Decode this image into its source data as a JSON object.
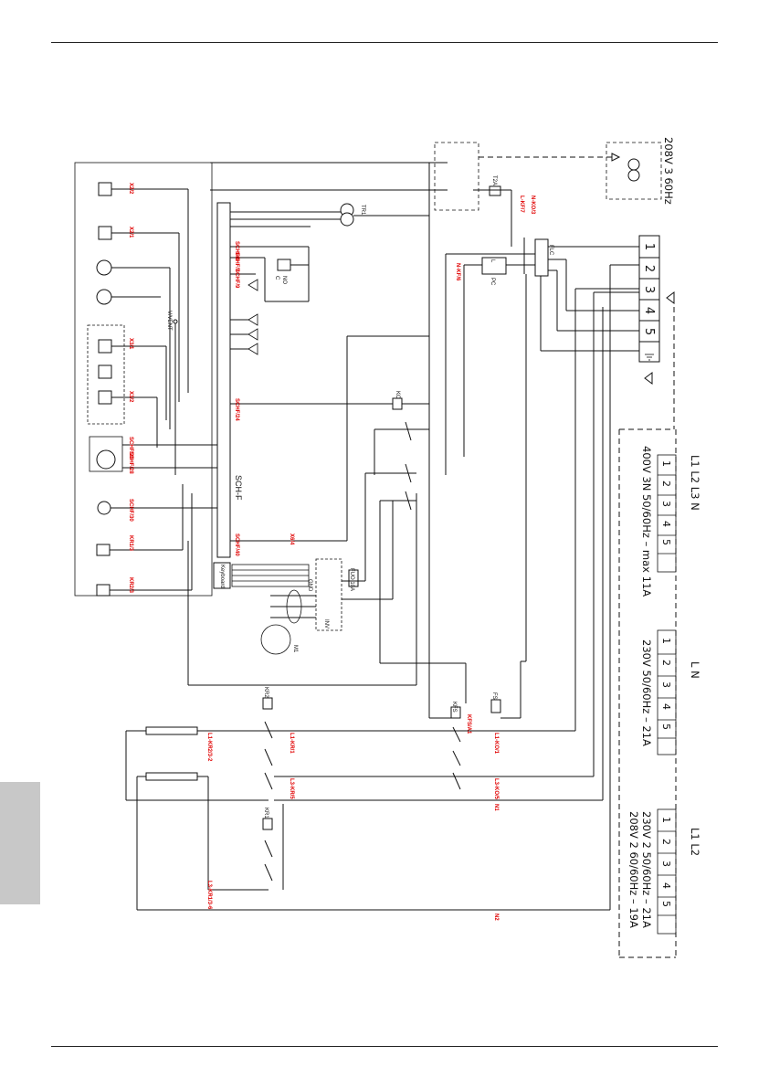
{
  "labels": {
    "sch_f": "SCH-F",
    "keyboard": "Keyboard",
    "inv": "INV",
    "gnd": "GND",
    "m1": "M1",
    "n1": "N1",
    "n2": "N2",
    "tr1": "TR1",
    "flc": "FLC",
    "ko": "KO",
    "kfs": "KFS",
    "fs": "FS",
    "kr1": "KR1",
    "kr2": "KR2",
    "fuse_10a": "FUO 10A",
    "fuse_t2a": "T2A",
    "v_vent": "V/VENT",
    "pc": "PC",
    "l": "L",
    "no": "NO",
    "c": "C"
  },
  "red_labels": {
    "x2_2": "X2/2",
    "x2_1": "X2/1",
    "x3_1": "X3/1",
    "x3_2": "X3/2",
    "schf_26": "SCHF/26",
    "schf_28": "SCHF/28",
    "schf_30": "SCHF/30",
    "kr1_3": "KR1/3",
    "kr2_3": "KR2/3",
    "schf_6": "SCHF/6",
    "schf_7": "SCHF/7",
    "schf_9": "SCHF/9",
    "schf_24": "SCHF/24",
    "schf_40": "SCHF/40",
    "x6_4": "X6/4",
    "n_ko3": "N-KO/3",
    "l_kf7": "L-KF/7",
    "n_kf6": "N-KF/6",
    "l1_kr2_3_2": "L1-KR2/3-2",
    "l1_kr1": "L1-KR/1",
    "l3_kr5": "L3-KR/5",
    "kfs_a1": "KFS/A1",
    "l1_ko1": "L1-KO/1",
    "l3_ko5": "L3-KO/5",
    "l3_kr1_3_6": "L3-KR1/3-6"
  },
  "terminal_block": [
    "1",
    "2",
    "3",
    "4",
    "5"
  ],
  "supplies": [
    {
      "text": "208V 3 60Hz"
    },
    {
      "phases": "L1  L2  L3   N",
      "text": "400V 3N 50/60Hz – max 11A"
    },
    {
      "phases": "L        N",
      "text": "230V 50/60Hz – 21A"
    },
    {
      "phases": "L1        L2",
      "text": "230V 2 50/60Hz – 21A",
      "text2": "208V 2 60/60Hz – 19A"
    }
  ],
  "supply_terminals": [
    "1",
    "2",
    "3",
    "4",
    "5"
  ],
  "colors": {
    "red": "#e00000",
    "ink": "#111111",
    "tab": "#c8c8c8"
  }
}
